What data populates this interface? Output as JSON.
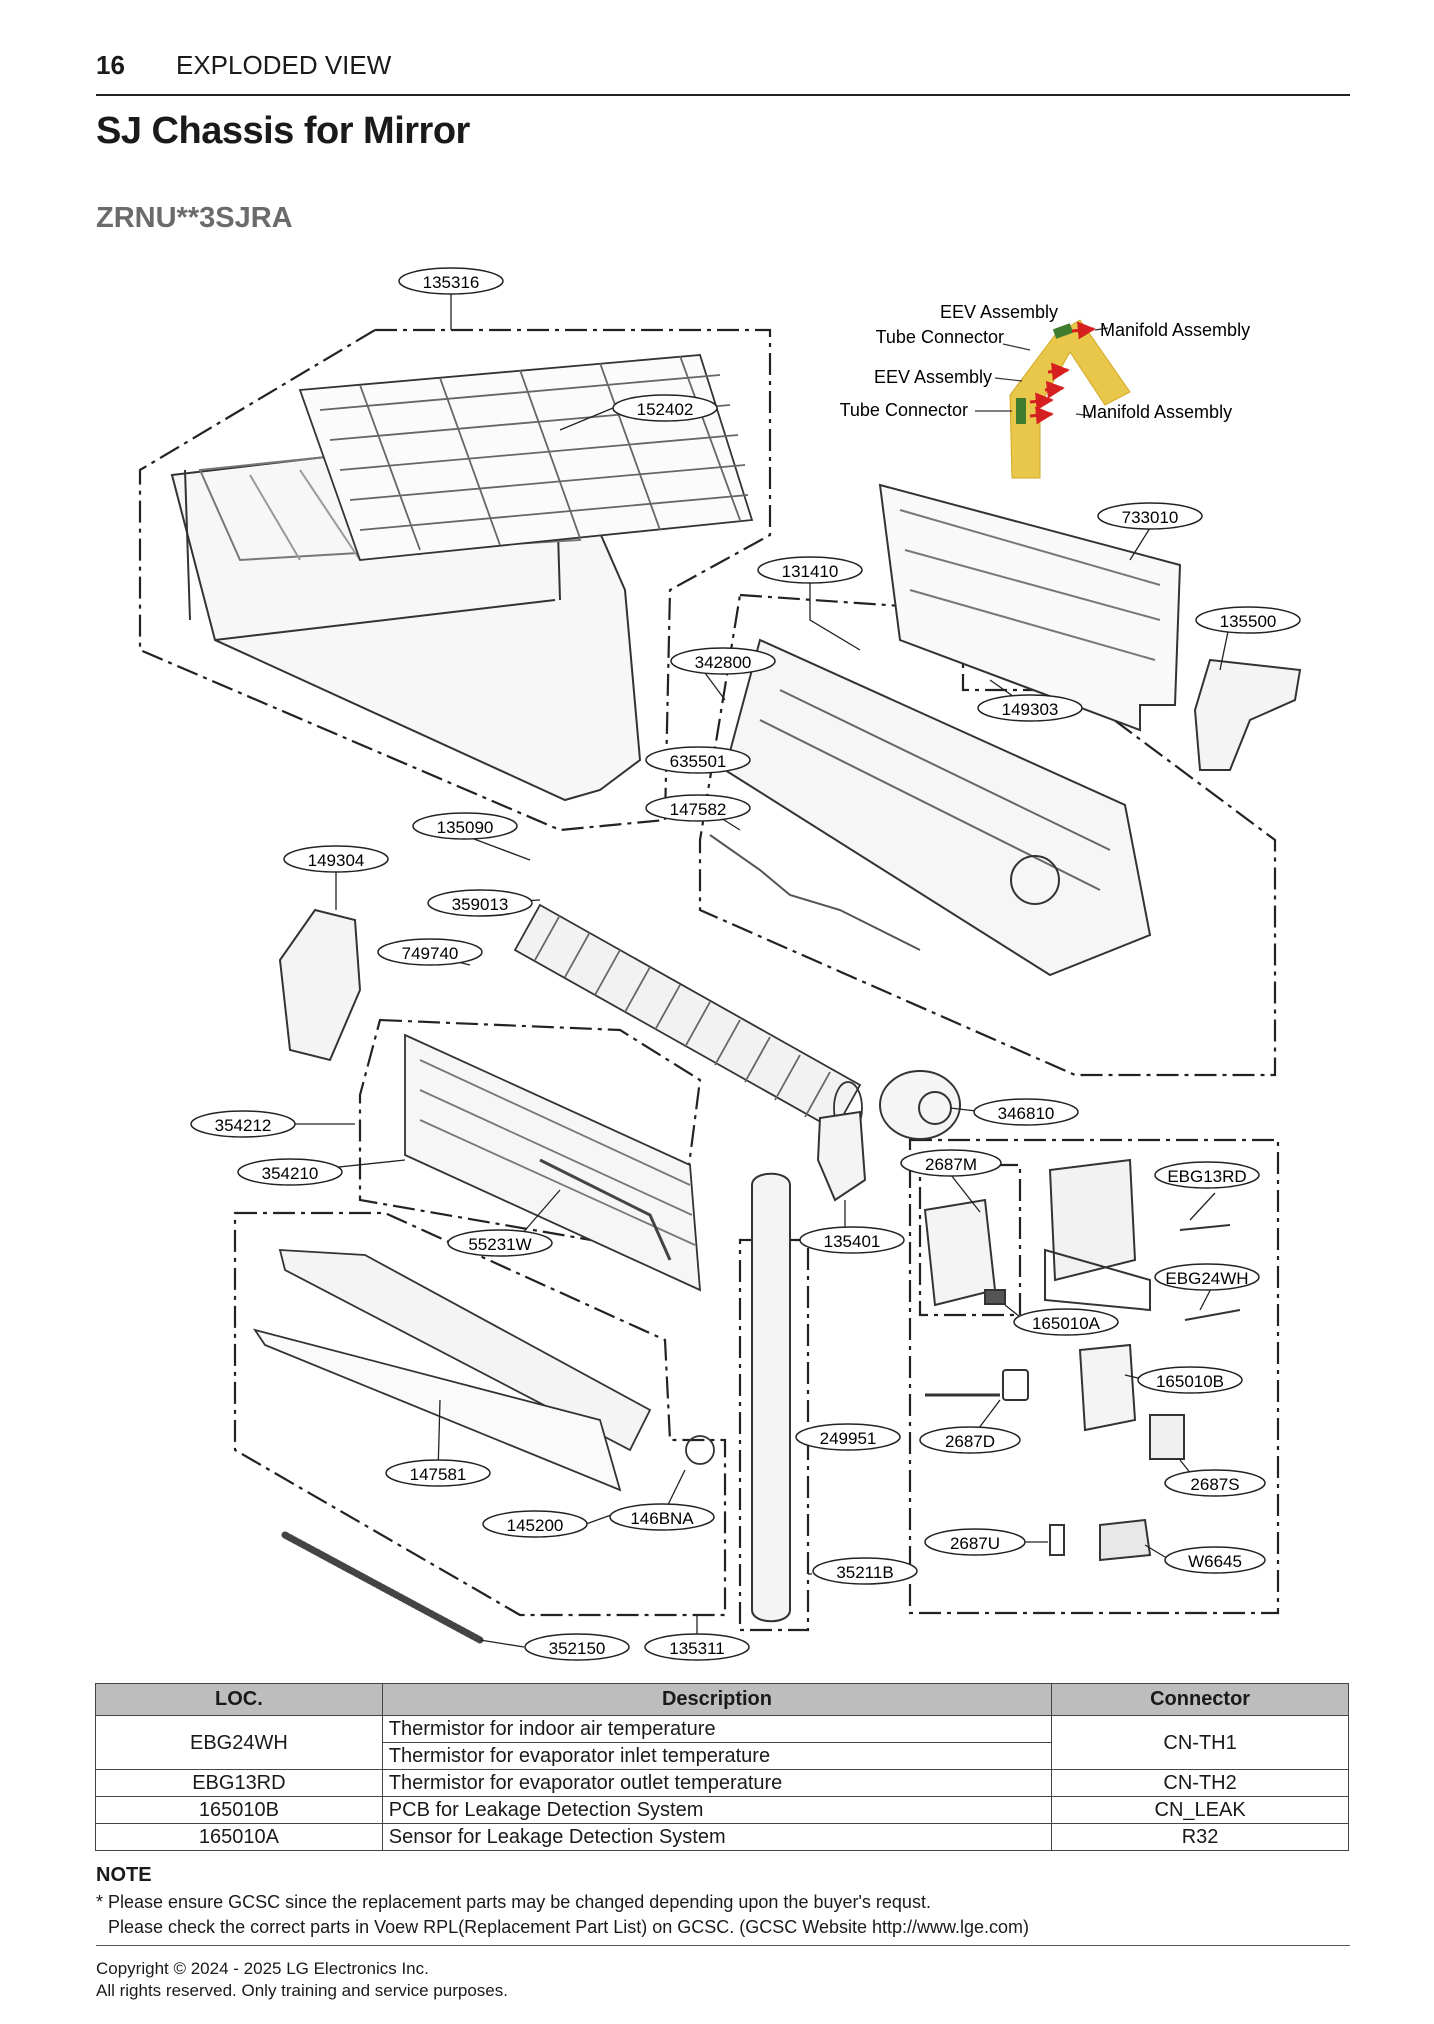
{
  "header": {
    "page_number": "16",
    "section": "EXPLODED VIEW"
  },
  "title": "SJ Chassis for Mirror",
  "model": "ZRNU**3SJRA",
  "callouts": [
    "135316",
    "152402",
    "131410",
    "342800",
    "635501",
    "147582",
    "135090",
    "149304",
    "359013",
    "749740",
    "733010",
    "135500",
    "149303",
    "346810",
    "354212",
    "354210",
    "55231W",
    "135401",
    "2687M",
    "EBG13RD",
    "EBG24WH",
    "165010A",
    "165010B",
    "249951",
    "2687D",
    "2687S",
    "147581",
    "145200",
    "146BNA",
    "2687U",
    "W6645",
    "35211B",
    "352150",
    "135311"
  ],
  "inset": {
    "eev_assembly": "EEV Assembly",
    "tube_connector": "Tube Connector",
    "manifold_assembly": "Manifold Assembly"
  },
  "table": {
    "headers": [
      "LOC.",
      "Description",
      "Connector"
    ],
    "rows": [
      {
        "loc": "EBG24WH",
        "desc": [
          "Thermistor for indoor air temperature",
          "Thermistor for evaporator inlet temperature"
        ],
        "conn": "CN-TH1"
      },
      {
        "loc": "EBG13RD",
        "desc": [
          "Thermistor for evaporator outlet temperature"
        ],
        "conn": "CN-TH2"
      },
      {
        "loc": "165010B",
        "desc": [
          "PCB for Leakage Detection System"
        ],
        "conn": "CN_LEAK"
      },
      {
        "loc": "165010A",
        "desc": [
          "Sensor for Leakage Detection System"
        ],
        "conn": "R32"
      }
    ]
  },
  "note": {
    "heading": "NOTE",
    "lines": [
      "* Please ensure GCSC since the replacement parts may be changed depending upon the buyer's requst.",
      "Please check the correct parts in Voew RPL(Replacement Part List) on GCSC. (GCSC Website http://www.lge.com)"
    ]
  },
  "footer": {
    "lines": [
      "Copyright © 2024 - 2025 LG Electronics Inc.",
      "All rights reserved. Only training and service purposes."
    ]
  }
}
